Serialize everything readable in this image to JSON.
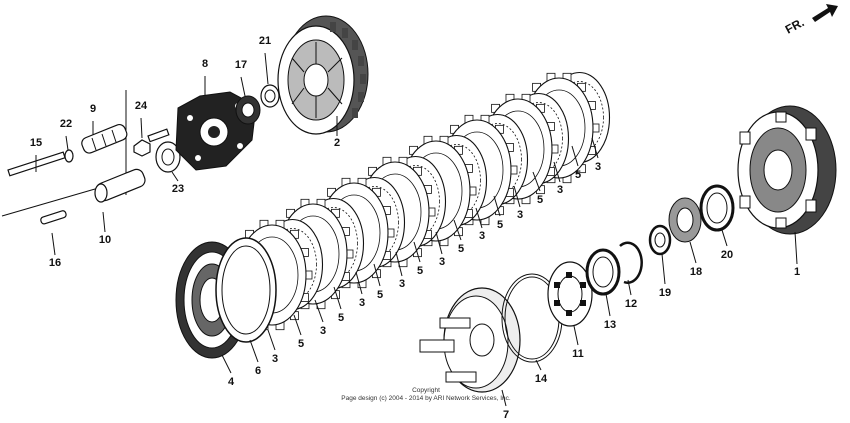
{
  "orientation": {
    "label": "FR."
  },
  "copyright": {
    "line1": "Copyright",
    "line2": "Page design (c) 2004 - 2014 by ARI Network Services, Inc."
  },
  "callouts": [
    "1",
    "2",
    "3",
    "4",
    "5",
    "6",
    "7",
    "8",
    "9",
    "10",
    "11",
    "12",
    "13",
    "14",
    "15",
    "16",
    "17",
    "18",
    "19",
    "20",
    "21",
    "22",
    "23",
    "24"
  ]
}
